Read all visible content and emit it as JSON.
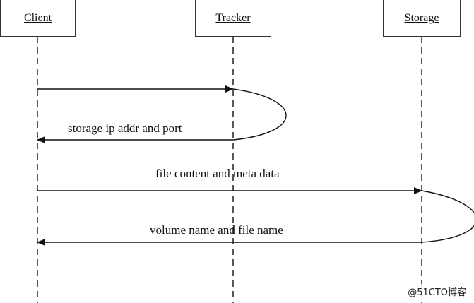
{
  "actors": {
    "client": "Client",
    "tracker": "Tracker",
    "storage": "Storage"
  },
  "messages": {
    "storage_ip": "storage ip addr and port",
    "file_content": "file content and meta data",
    "volume_name": "volume name and file name"
  },
  "watermark": "@51CTO博客",
  "colors": {
    "line": "#111111",
    "box_border": "#333333",
    "background": "#ffffff"
  }
}
